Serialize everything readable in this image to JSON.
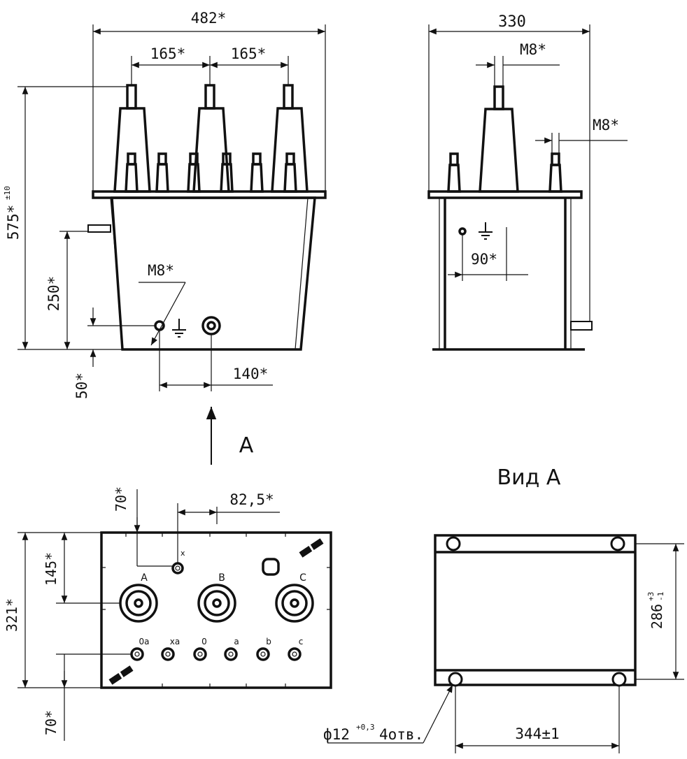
{
  "front_view": {
    "dim_width": "482*",
    "dim_phase_left": "165*",
    "dim_phase_right": "165*",
    "dim_height": "575*",
    "dim_height_sup": "±10",
    "dim_ground_height": "250*",
    "dim_bolt_offset": "50*",
    "dim_bolt_spacing": "140*",
    "bolt_label": "M8*"
  },
  "side_view": {
    "dim_depth": "330",
    "top_bolt_label": "M8*",
    "side_bolt_label": "M8*",
    "dim_ground_offset": "90*"
  },
  "view_arrow_label": "A",
  "view_a_title": "Вид А",
  "top_view": {
    "dim_x_offset": "70*",
    "dim_x_spacing": "82,5*",
    "dim_phase_depth": "145*",
    "dim_total_depth": "321*",
    "dim_bottom_offset": "70*",
    "hv_labels": [
      "A",
      "B",
      "C"
    ],
    "x_label": "x",
    "lv_labels": [
      "0a",
      "xa",
      "0",
      "a",
      "b",
      "c"
    ]
  },
  "base_view": {
    "dim_depth": "286",
    "dim_depth_sup": "+3",
    "dim_depth_sub": "-1",
    "dim_width": "344±1",
    "hole_label": "ф12",
    "hole_sup": "+0,3",
    "hole_count": "4отв."
  }
}
